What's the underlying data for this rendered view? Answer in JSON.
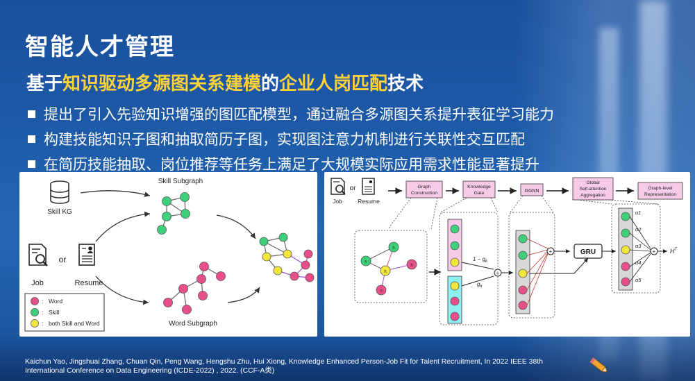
{
  "title": "智能人才管理",
  "subtitle": {
    "part1": "基于",
    "part2": "知识驱动多源图关系建模",
    "part3": "的",
    "part4": "企业人岗匹配",
    "part5": "技术"
  },
  "bullets": [
    "提出了引入先验知识增强的图匹配模型，通过融合多源图关系提升表征学习能力",
    "构建技能知识子图和抽取简历子图，实现图注意力机制进行关联性交互匹配",
    "在简历技能抽取、岗位推荐等任务上满足了大规模实际应用需求性能显著提升"
  ],
  "left_diagram": {
    "skill_kg_label": "Skill KG",
    "skill_subgraph_label": "Skill Subgraph",
    "word_subgraph_label": "Word Subgraph",
    "job_label": "Job",
    "or_label": "or",
    "resume_label": "Resume",
    "legend": [
      {
        "label": "Word",
        "color": "#e84f8a"
      },
      {
        "label": "Skill",
        "color": "#3ed07a"
      },
      {
        "label": "both Skill and Word",
        "color": "#f2e73a"
      }
    ],
    "legend_sep": ":"
  },
  "right_diagram": {
    "job_label": "Job",
    "or_label": "or",
    "resume_label": "Resume",
    "steps": [
      "Graph Construction",
      "Knowledge Gate",
      "GGNN",
      "Global Self-attention Aggregation",
      "Graph-level Representation"
    ],
    "gate_top": "1 − g",
    "gate_top_sub": "k",
    "gate_bottom": "g",
    "gate_bottom_sub": "k",
    "gru_label": "GRU",
    "output_label": "H",
    "output_sup": "T",
    "alphas": [
      "α1",
      "α2",
      "α3",
      "α4",
      "α5"
    ]
  },
  "colors": {
    "pink": "#e84f8a",
    "green": "#3ed07a",
    "yellow": "#f2e73a",
    "purple": "#9b4fc9",
    "box_pink": "#f7cbe8",
    "box_cyan": "#8ff0f4",
    "accent_yellow": "#ffd23a"
  },
  "citation": "Kaichun Yao, Jingshuai Zhang, Chuan Qin, Peng Wang, Hengshu Zhu, Hui Xiong, Knowledge Enhanced Person-Job Fit for Talent Recruitment, In 2022 IEEE 38th International Conference on Data Engineering (ICDE-2022) , 2022. (CCF-A类)"
}
